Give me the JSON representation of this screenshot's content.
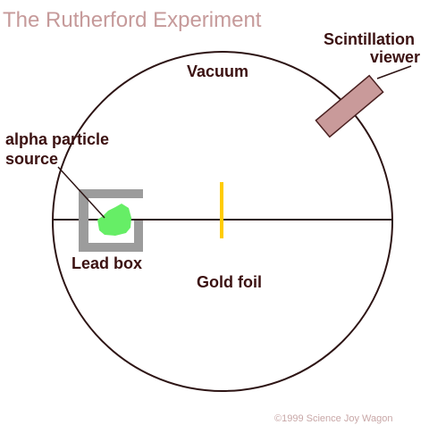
{
  "title": "The Rutherford Experiment",
  "labels": {
    "vacuum": "Vacuum",
    "scintillation_line1": "Scintillation",
    "scintillation_line2": "viewer",
    "source_line1": "alpha particle",
    "source_line2": "source",
    "lead_box": "Lead box",
    "gold_foil": "Gold foil"
  },
  "copyright": "©1999 Science Joy Wagon",
  "colors": {
    "title": "#c69a9a",
    "circle_stroke": "#2d1414",
    "label_text": "#3b1111",
    "lead_box": "#9c9c9c",
    "alpha_source": "#66ee66",
    "gold_foil": "#ffcc00",
    "viewer_fill": "#c99a9a",
    "viewer_stroke": "#4a2020",
    "copyright": "#c8a7a7"
  }
}
